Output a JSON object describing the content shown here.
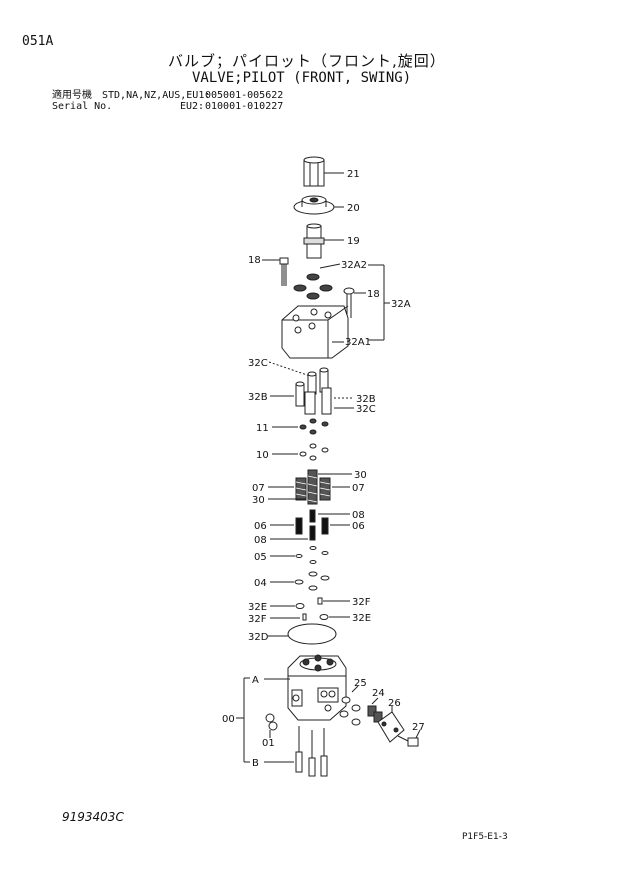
{
  "header": {
    "page_code": "051A",
    "title_jp": "バルブ；パイロット（フロント,旋回）",
    "title_en": "VALVE;PILOT (FRONT, SWING)",
    "applicable_label": "適用号機　STD,NA,NZ,AUS,EU1:",
    "applicable_range": "005001-005622",
    "serial_label": "Serial No.",
    "serial_eu2_label": "EU2:",
    "serial_eu2_range": "010001-010227"
  },
  "footer": {
    "drawing_no": "9193403C",
    "page_ref": "P1F5-E1-3"
  },
  "callouts": {
    "c21": "21",
    "c20": "20",
    "c19": "19",
    "c18a": "18",
    "c18b": "18",
    "c32A2": "32A2",
    "c32A": "32A",
    "c32A1": "32A1",
    "c32C_l": "32C",
    "c32B_l": "32B",
    "c32B_r": "32B",
    "c32C_r": "32C",
    "c11": "11",
    "c10": "10",
    "c30_r": "30",
    "c07_l": "07",
    "c07_r": "07",
    "c30_l": "30",
    "c08_r": "08",
    "c06_l": "06",
    "c06_r": "06",
    "c08_l": "08",
    "c05": "05",
    "c04": "04",
    "c32E_l": "32E",
    "c32F_r": "32F",
    "c32F_l": "32F",
    "c32E_r": "32E",
    "c32D": "32D",
    "cA": "A",
    "c25": "25",
    "c24": "24",
    "c26": "26",
    "c00": "00",
    "c01": "01",
    "c27": "27",
    "cB": "B"
  }
}
